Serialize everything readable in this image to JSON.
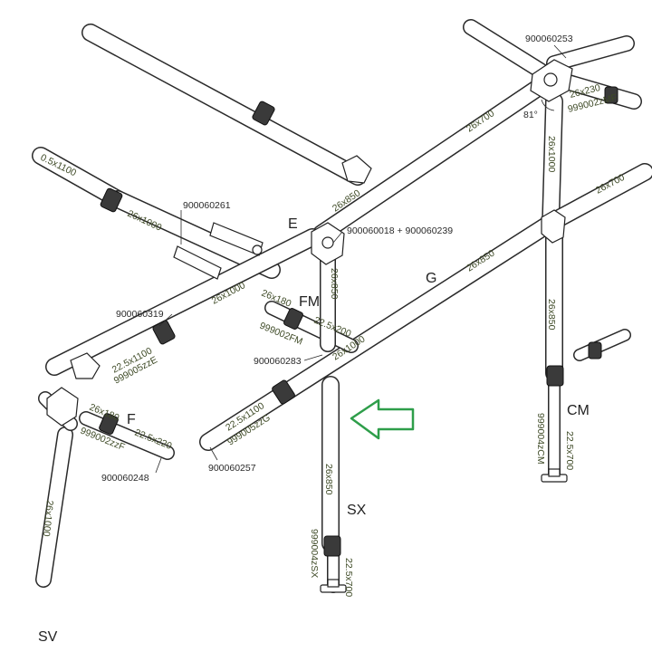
{
  "diagram": {
    "part_numbers": {
      "p253": "900060253",
      "p261": "900060261",
      "p018": "900060018 + 900060239",
      "p319": "900060319",
      "p283": "900060283",
      "p257": "900060257",
      "p248": "900060248"
    },
    "letters": {
      "E": "E",
      "G": "G",
      "FM": "FM",
      "F": "F",
      "CM": "CM",
      "SX": "SX",
      "SV": "SV"
    },
    "angle": "81°",
    "dimensions": {
      "d_top_26x700": "26x700",
      "d_top_22x230": "26x230",
      "d_mf": "999002zMF",
      "d_right_1000": "26x1000",
      "d_e_850": "26x850",
      "d_left_1100": "0.5x1100",
      "d_1000_a": "26x1000",
      "d_1000_b": "26x1000",
      "d_1100_a": "22.5x1100",
      "d_zz_e": "999005zzE",
      "d_e_vert_850": "26x850",
      "d_fm_180": "26x180",
      "d_fm_200": "22.5x200",
      "d_zfm": "999002FM",
      "d_g_850": "26x850",
      "d_g_1000": "26x1000",
      "d_1100_b": "22.5x1100",
      "d_zz_g": "999005zzG",
      "d_f_180": "26x180",
      "d_f_220": "22.5x220",
      "d_zzf": "999002zzF",
      "d_cm_850": "26x850",
      "d_cm_700": "22.5x700",
      "d_zcm": "999004zCM",
      "d_sx_850": "26x850",
      "d_sx_700": "22.5x700",
      "d_zsx": "999004zSX",
      "d_sv_1000": "26x1000",
      "d_right_700": "26x700"
    },
    "arrow_color": "#2e9e4a",
    "line_color": "#2a2a2a",
    "dim_text_color": "#3e4a26"
  }
}
